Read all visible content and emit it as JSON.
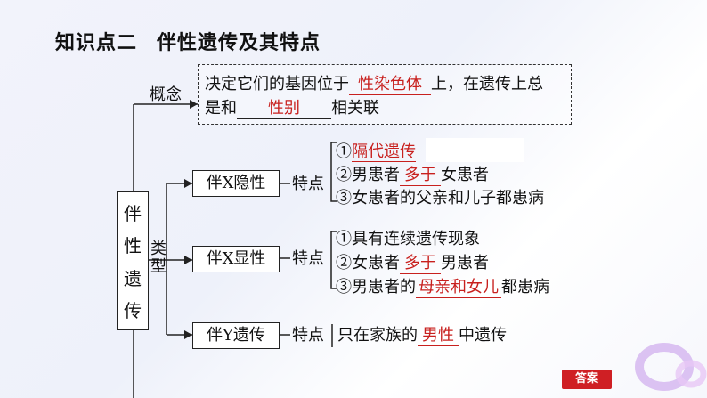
{
  "title": {
    "part1": "知识点二",
    "part2": "伴性遗传及其特点"
  },
  "concept": {
    "label": "概念",
    "line1_pre": "决定它们的基因位于",
    "line1_blank": "性染色体",
    "line1_post": "上，在遗传上总",
    "line2_pre": "是和",
    "line2_blank": "性别",
    "line2_post": "相关联"
  },
  "root": {
    "chars": [
      "伴",
      "性",
      "遗",
      "传"
    ]
  },
  "type_label": {
    "chars": [
      "类",
      "型"
    ]
  },
  "branches": [
    {
      "name": "伴X隐性",
      "feature_label": "特点",
      "points": [
        {
          "num": "①",
          "pre": "",
          "blank": "隔代遗传",
          "post": ""
        },
        {
          "num": "②",
          "pre": "男患者",
          "blank": "多于",
          "post": "女患者"
        },
        {
          "num": "③",
          "pre": "女患者的父亲和儿子都患病",
          "blank": "",
          "post": ""
        }
      ]
    },
    {
      "name": "伴X显性",
      "feature_label": "特点",
      "points": [
        {
          "num": "①",
          "pre": "具有连续遗传现象",
          "blank": "",
          "post": ""
        },
        {
          "num": "②",
          "pre": "女患者",
          "blank": "多于",
          "post": "男患者"
        },
        {
          "num": "③",
          "pre": "男患者的",
          "blank": "母亲和女儿",
          "post": "都患病"
        }
      ]
    },
    {
      "name": "伴Y遗传",
      "feature_label": "特点",
      "points": [
        {
          "num": "",
          "pre": "只在家族的",
          "blank": "男性",
          "post": "中遗传"
        }
      ]
    }
  ],
  "answer_button": "答案",
  "colors": {
    "answer_red": "#c8201e",
    "button_red": "#cf1f24"
  }
}
